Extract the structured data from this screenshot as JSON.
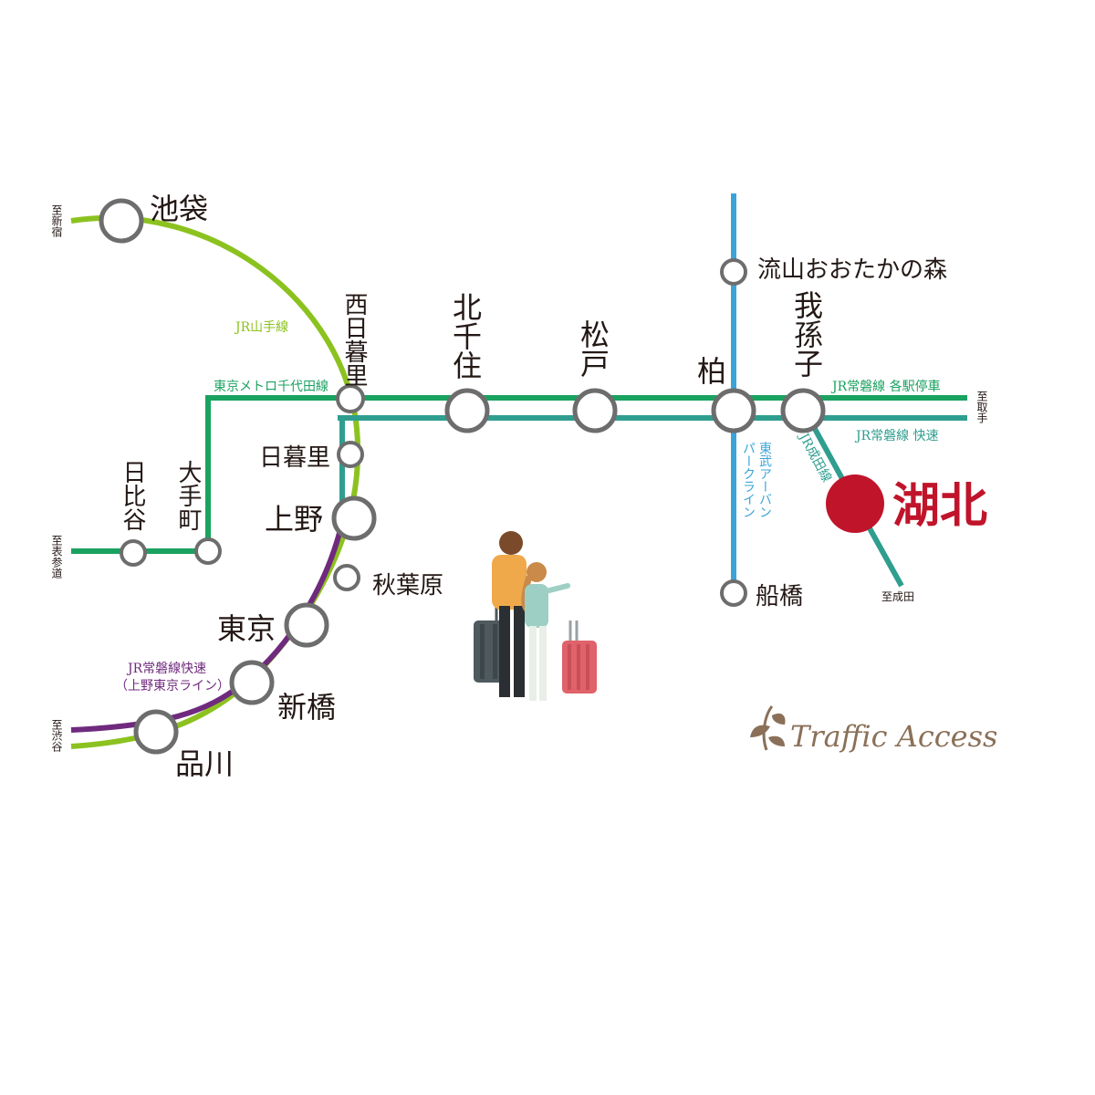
{
  "colors": {
    "yamanote": "#8cc21f",
    "chiyoda": "#1aa260",
    "joban_rapid": "#2f9e8f",
    "tobu": "#3aa4d8",
    "ueno_tokyo": "#6f2a7e",
    "narita": "#2f9e8f",
    "destination": "#c0142b",
    "station_stroke": "#6d6d6d",
    "logo": "#8a7058"
  },
  "stations": {
    "ikebukuro": "池袋",
    "nishi_nippori": "西日暮里",
    "kita_senju": "北千住",
    "matsudo": "松戸",
    "kashiwa": "柏",
    "abiko": "我孫子",
    "nagareyama": "流山おおたかの森",
    "funabashi": "船橋",
    "nippori": "日暮里",
    "ueno": "上野",
    "akihabara": "秋葉原",
    "tokyo": "東京",
    "shimbashi": "新橋",
    "shinagawa": "品川",
    "hibiya": "日比谷",
    "otemachi": "大手町",
    "kohoku": "湖北"
  },
  "lines": {
    "yamanote": "JR山手線",
    "chiyoda": "東京メトロ千代田線",
    "joban_local": "JR常磐線 各駅停車",
    "joban_rapid": "JR常磐線 快速",
    "tobu_urban_park_1": "東武アーバン",
    "tobu_urban_park_2": "パークライン",
    "narita": "JR成田線",
    "ueno_tokyo_1": "JR常磐線快速",
    "ueno_tokyo_2": "（上野東京ライン）"
  },
  "directions": {
    "shinjuku": "至新宿",
    "omotesando": "至表参道",
    "shibuya": "至渋谷",
    "toride": "至取手",
    "narita": "至成田"
  },
  "logo": {
    "text": "Traffic Access"
  }
}
